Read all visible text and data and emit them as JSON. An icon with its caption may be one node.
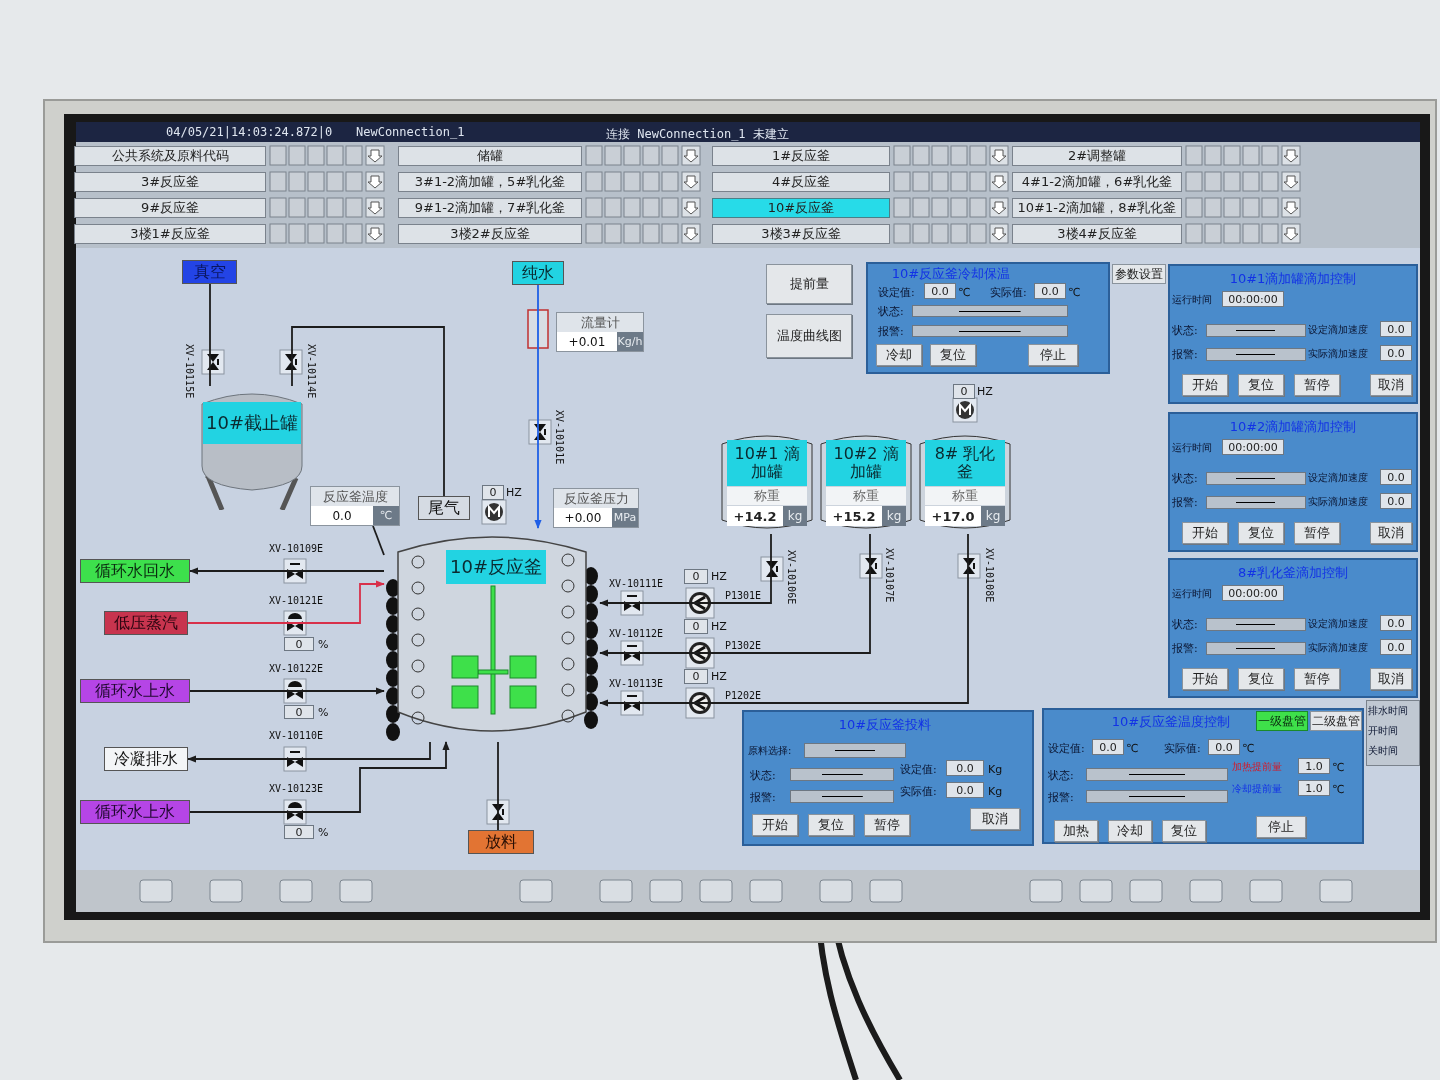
{
  "diagram": {
    "nodes": [
      {
        "text": [
          "真空"
        ]
      },
      {
        "text": [
          "10#截止罐"
        ]
      },
      {
        "text": [
          "尾气"
        ]
      },
      {
        "text": [
          "纯水"
        ]
      },
      {
        "text": [
          "流量计",
          "+0.01",
          "Kg/h"
        ]
      },
      {
        "text": [
          "反应釜温度",
          "0.0",
          "℃"
        ]
      },
      {
        "text": [
          "反应釜压力",
          "+0.00",
          "MPa"
        ]
      },
      {
        "text": [
          "10#反应釜"
        ]
      },
      {
        "text": [
          "循环水回水"
        ]
      },
      {
        "text": [
          "低压蒸汽"
        ]
      },
      {
        "text": [
          "循环水上水"
        ]
      },
      {
        "text": [
          "冷凝排水"
        ]
      },
      {
        "text": [
          "循环水上水"
        ]
      },
      {
        "text": [
          "放料"
        ]
      },
      {
        "text": [
          "10#1 滴加罐",
          "称重",
          "+14.2",
          "kg"
        ]
      },
      {
        "text": [
          "10#2 滴加罐",
          "称重",
          "+15.2",
          "kg"
        ]
      },
      {
        "text": [
          "8# 乳化釜",
          "称重",
          "+17.0",
          "kg"
        ]
      }
    ],
    "edges": [
      {
        "from": 0,
        "to": 1,
        "arrow": "none"
      },
      {
        "from": 1,
        "to": 2,
        "arrow": "none"
      },
      {
        "from": 3,
        "to": 7,
        "arrow": "to",
        "color": "#1f5fe6"
      },
      {
        "from": 5,
        "to": 7,
        "arrow": "none"
      },
      {
        "from": 7,
        "to": 8,
        "arrow": "to"
      },
      {
        "from": 9,
        "to": 7,
        "arrow": "to",
        "color": "#d8304a"
      },
      {
        "from": 10,
        "to": 7,
        "arrow": "to"
      },
      {
        "from": 7,
        "to": 11,
        "arrow": "to"
      },
      {
        "from": 12,
        "to": 7,
        "arrow": "to"
      },
      {
        "from": 7,
        "to": 13,
        "arrow": "none"
      },
      {
        "from": 14,
        "to": 7,
        "arrow": "to"
      },
      {
        "from": 15,
        "to": 7,
        "arrow": "to"
      },
      {
        "from": 16,
        "to": 7,
        "arrow": "to"
      }
    ],
    "labels": [
      "04/05/21|14:03:24.872|0",
      "NewConnection_1",
      "连接 NewConnection_1 未建立",
      "公共系统及原料代码",
      "储罐",
      "1#反应釜",
      "2#调整罐",
      "3#反应釜",
      "3#1-2滴加罐，5#乳化釜",
      "4#反应釜",
      "4#1-2滴加罐，6#乳化釜",
      "9#反应釜",
      "9#1-2滴加罐，7#乳化釜",
      "10#反应釜",
      "10#1-2滴加罐，8#乳化釜",
      "3楼1#反应釜",
      "3楼2#反应釜",
      "3楼3#反应釜",
      "3楼4#反应釜",
      "XV-10115E",
      "XV-10114E",
      "XV-10101E",
      "0",
      "HZ",
      "XV-10109E",
      "XV-10121E",
      "0",
      "%",
      "XV-10122E",
      "0",
      "%",
      "XV-10110E",
      "XV-10123E",
      "0",
      "%",
      "XV-10111E",
      "0",
      "HZ",
      "P1301E",
      "XV-10112E",
      "0",
      "HZ",
      "P1302E",
      "XV-10113E",
      "0",
      "HZ",
      "P1202E",
      "XV-10106E",
      "XV-10107E",
      "XV-10108E",
      "0",
      "HZ",
      "提前量",
      "温度曲线图",
      "10#反应釜冷却保温",
      "参数设置",
      "设定值:",
      "0.0",
      "℃",
      "实际值:",
      "0.0",
      "℃",
      "状态:",
      "报警:",
      "冷却",
      "复位",
      "停止",
      "10#1滴加罐滴加控制",
      "运行时间",
      "00:00:00",
      "状态:",
      "报警:",
      "设定滴加速度",
      "0.0",
      "实际滴加速度",
      "0.0",
      "开始",
      "复位",
      "暂停",
      "取消",
      "10#2滴加罐滴加控制",
      "运行时间",
      "00:00:00",
      "状态:",
      "报警:",
      "设定滴加速度",
      "0.0",
      "实际滴加速度",
      "0.0",
      "开始",
      "复位",
      "暂停",
      "取消",
      "8#乳化釜滴加控制",
      "运行时间",
      "00:00:00",
      "状态:",
      "报警:",
      "设定滴加速度",
      "0.0",
      "实际滴加速度",
      "0.0",
      "开始",
      "复位",
      "暂停",
      "取消",
      "10#反应釜投料",
      "原料选择:",
      "状态:",
      "报警:",
      "设定值:",
      "0.0",
      "Kg",
      "实际值:",
      "0.0",
      "Kg",
      "开始",
      "复位",
      "暂停",
      "取消",
      "10#反应釜温度控制",
      "一级盘管",
      "二级盘管",
      "设定值:",
      "0.0",
      "℃",
      "实际值:",
      "0.0",
      "℃",
      "状态:",
      "报警:",
      "加热提前量",
      "1.0",
      "℃",
      "冷却提前量",
      "1.0",
      "℃",
      "加热",
      "冷却",
      "复位",
      "停止",
      "排水时间",
      "开时间",
      "关时间"
    ]
  }
}
